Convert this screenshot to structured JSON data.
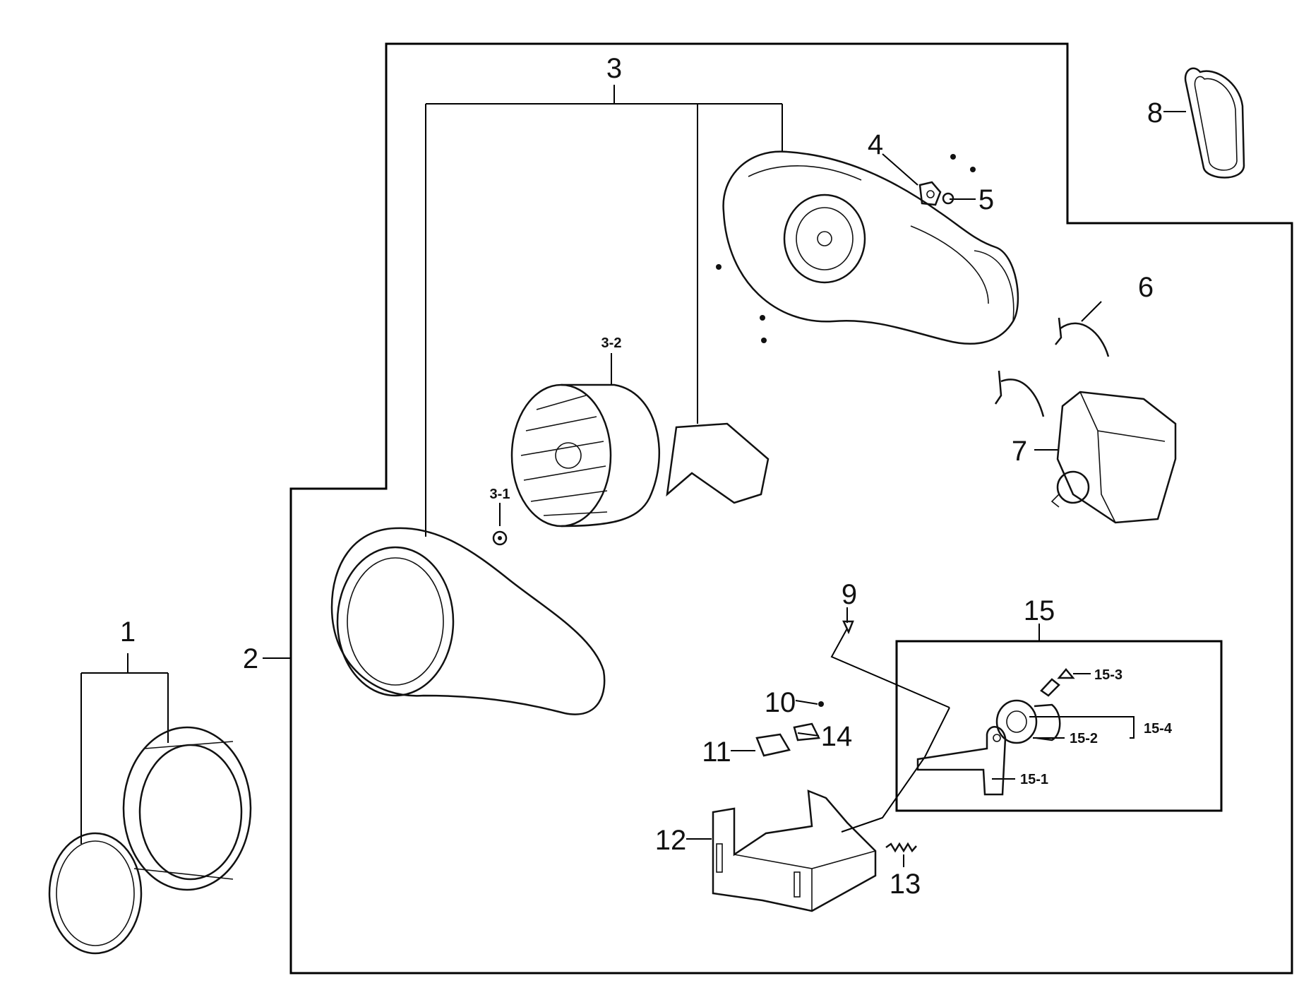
{
  "callouts": {
    "c1": "1",
    "c2": "2",
    "c3": "3",
    "c3_1": "3-1",
    "c3_2": "3-2",
    "c4": "4",
    "c5": "5",
    "c6": "6",
    "c7": "7",
    "c8": "8",
    "c9": "9",
    "c10": "10",
    "c11": "11",
    "c12": "12",
    "c13": "13",
    "c14": "14",
    "c15": "15",
    "c15_1": "15-1",
    "c15_2": "15-2",
    "c15_3": "15-3",
    "c15_4": "15-4"
  },
  "colors": {
    "line": "#111111",
    "background": "#ffffff"
  }
}
